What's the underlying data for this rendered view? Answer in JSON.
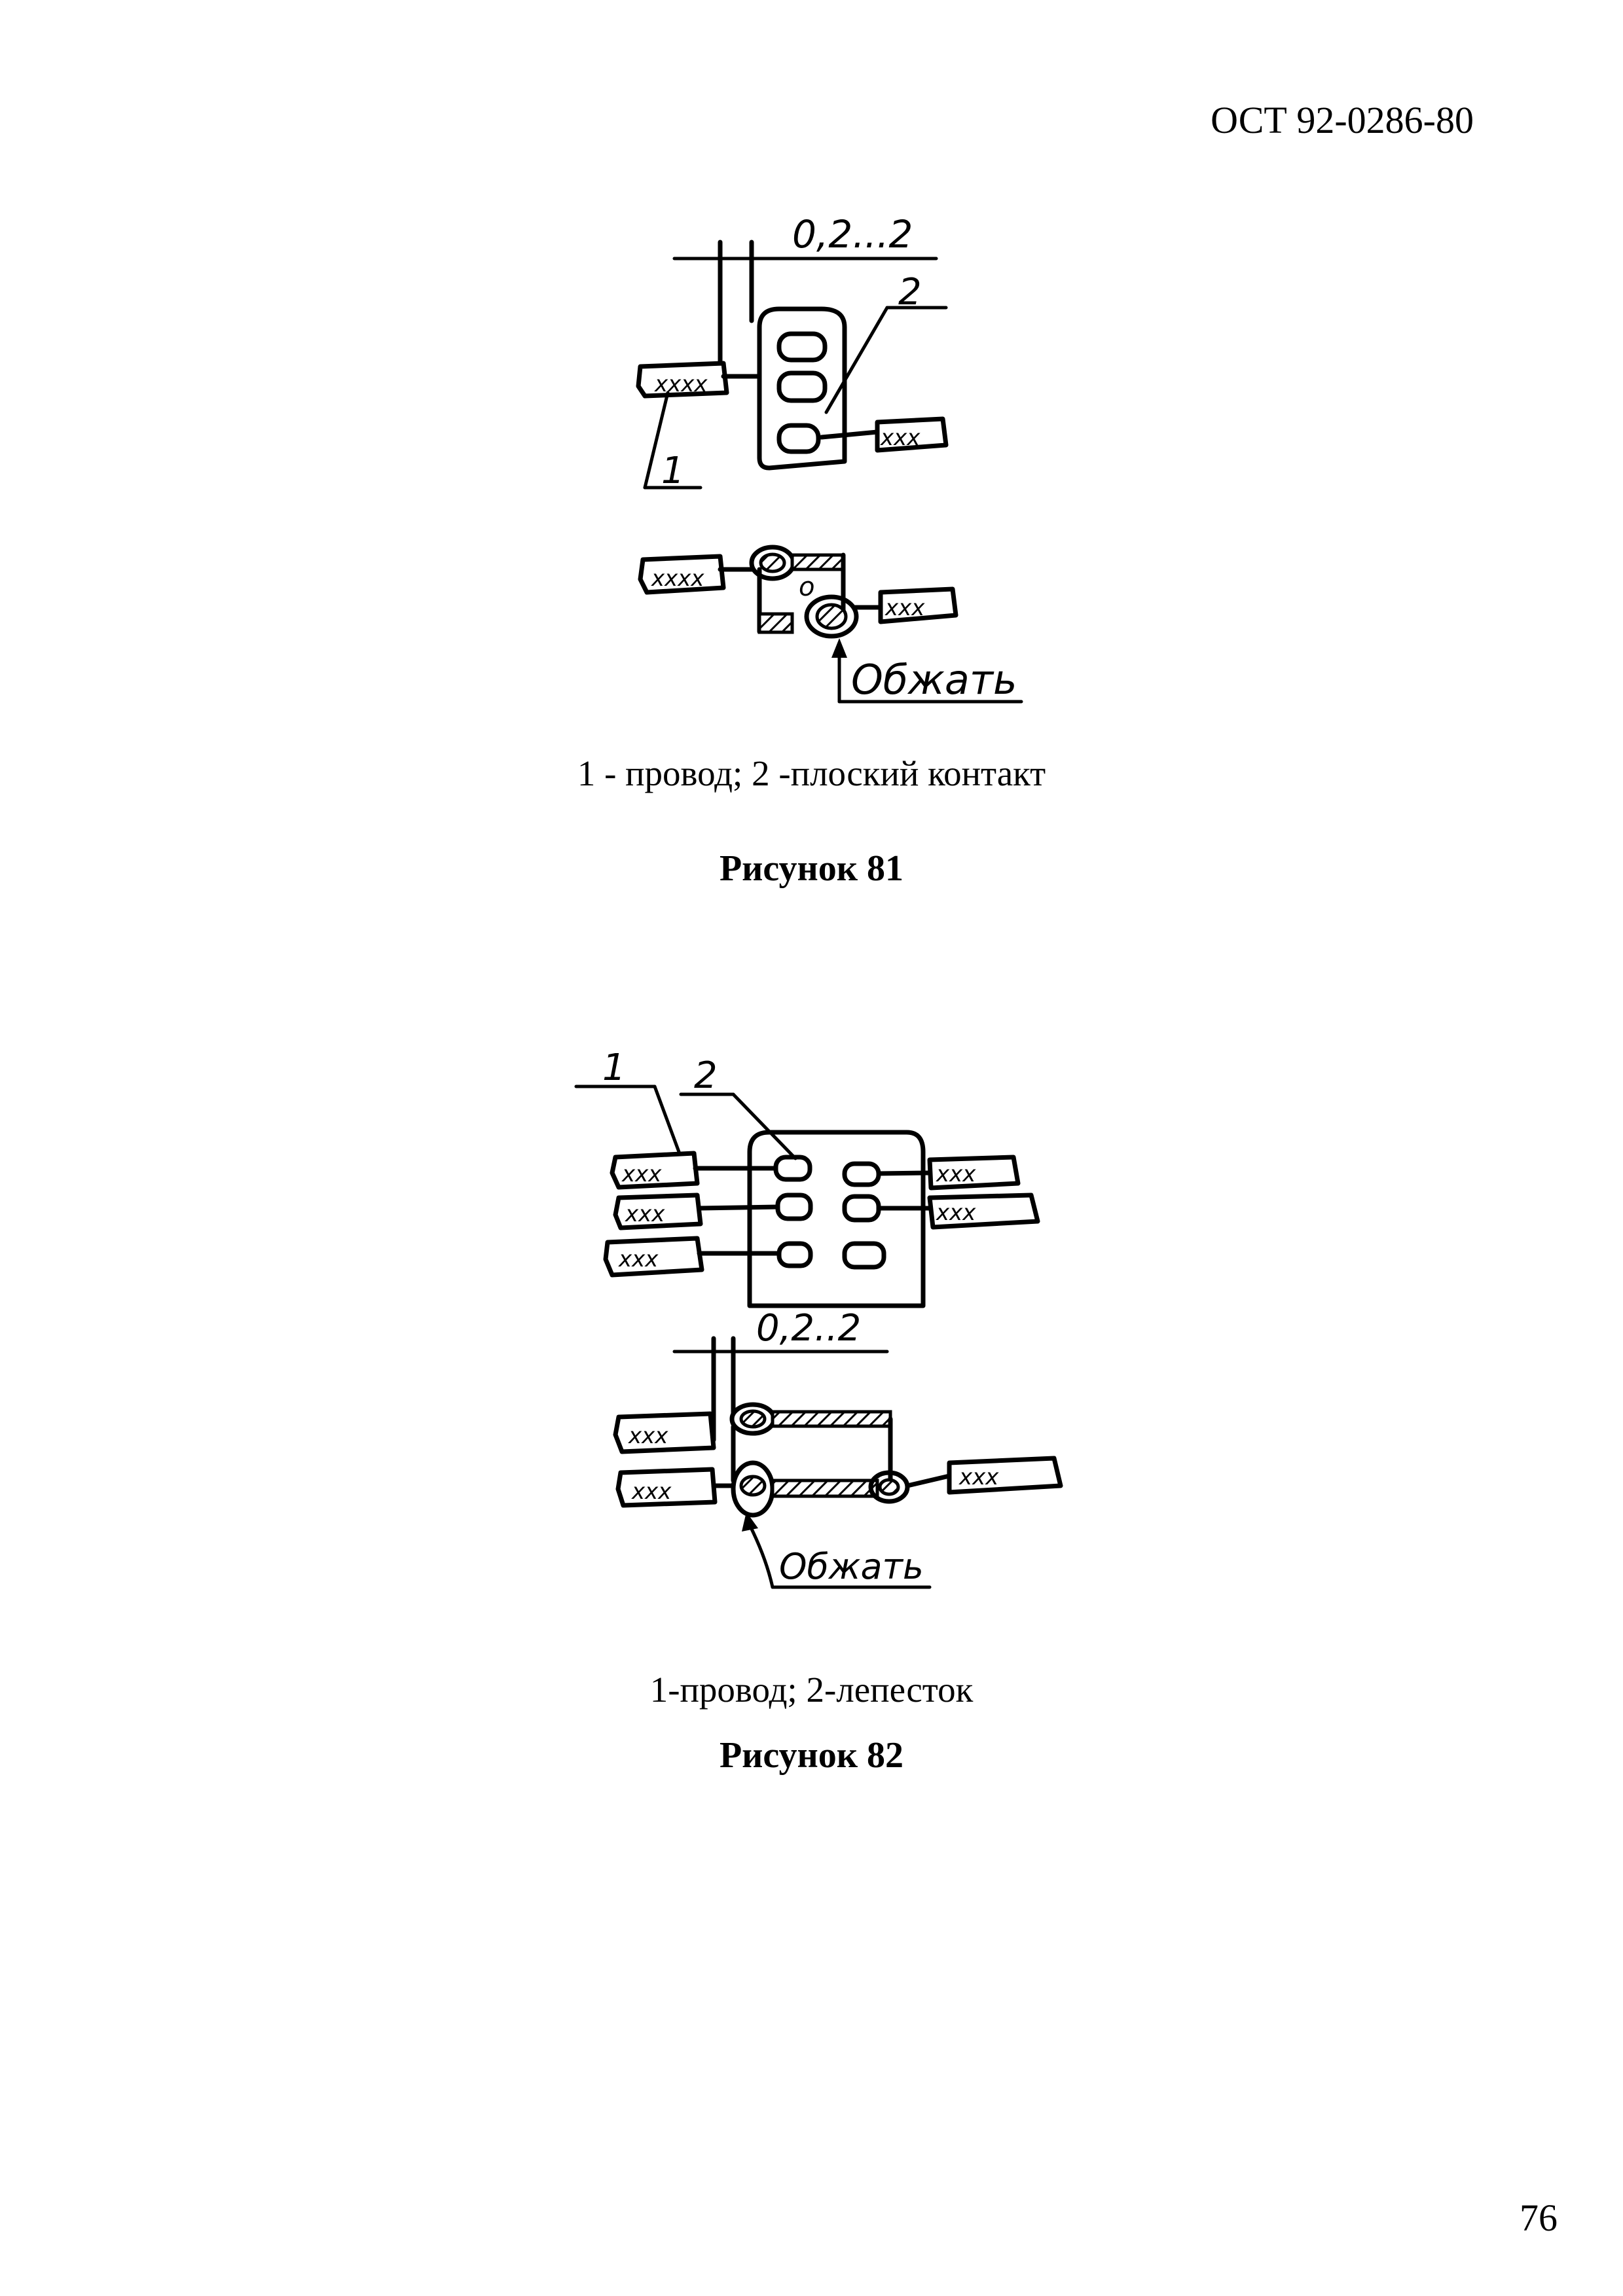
{
  "header": {
    "code": "ОСТ 92-0286-80"
  },
  "figure81": {
    "dim": "0,2...2",
    "label1": "1",
    "label2": "2",
    "crimp": "Обжать",
    "wire_marks": [
      "xxxx",
      "xxx",
      "xxxx",
      "xxx"
    ],
    "caption": "1 - провод; 2 -плоский контакт",
    "title": "Рисунок 81"
  },
  "figure82": {
    "dim": "0,2..2",
    "label1": "1",
    "label2": "2",
    "crimp": "Обжать",
    "wire_marks": [
      "xxx",
      "xxx",
      "xxx",
      "xxx",
      "xxx",
      "xxx",
      "xxx",
      "xxx"
    ],
    "caption": "1-провод; 2-лепесток",
    "title": "Рисунок 82"
  },
  "page": {
    "number": "76"
  }
}
